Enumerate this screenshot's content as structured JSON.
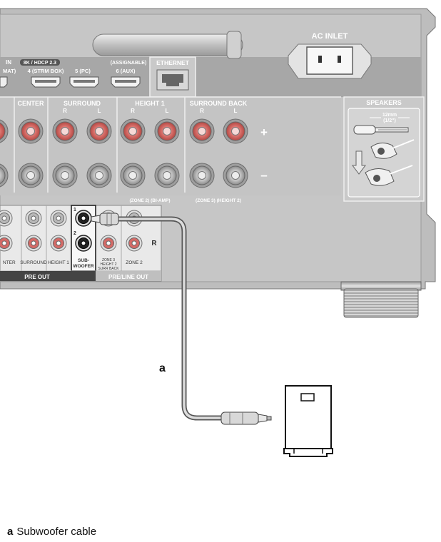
{
  "panel": {
    "ac_inlet": "AC INLET",
    "ethernet": "ETHERNET",
    "hdmi_in": "IN",
    "hdcp_badge": "8K / HDCP 2.3",
    "assignable": "(ASSIGNABLE)",
    "hdmi_port_partial": "MAT)",
    "hdmi_ports": [
      "4 (STRM BOX)",
      "5 (PC)",
      "6 (AUX)"
    ]
  },
  "speakers": {
    "center": "CENTER",
    "surround": "SURROUND",
    "height1": "HEIGHT 1",
    "surround_back": "SURROUND BACK",
    "r": "R",
    "l": "L",
    "plus": "+",
    "minus": "–",
    "zone2_biamp": "(ZONE 2)  (BI-AMP)",
    "zone3_height2": "(ZONE 3)  (HEIGHT 2)",
    "section_title": "SPEAKERS",
    "strip_length": "12mm",
    "strip_length_inch": "(1/2\")"
  },
  "preout": {
    "center_partial": "NTER",
    "surround": "SURROUND",
    "height1": "HEIGHT 1",
    "sub1": "1",
    "sub2": "2",
    "subwoofer_a": "SUB-",
    "subwoofer_b": "WOOFER",
    "zone3_a": "ZONE 3",
    "zone3_b": "HEIGHT 2",
    "zone3_c": "SURR BACK",
    "zone2": "ZONE 2",
    "r": "R",
    "pre_out": "PRE OUT",
    "pre_line_out": "PRE/LINE OUT"
  },
  "cable_letter": "a",
  "caption": {
    "letter": "a",
    "text": "Subwoofer cable"
  }
}
